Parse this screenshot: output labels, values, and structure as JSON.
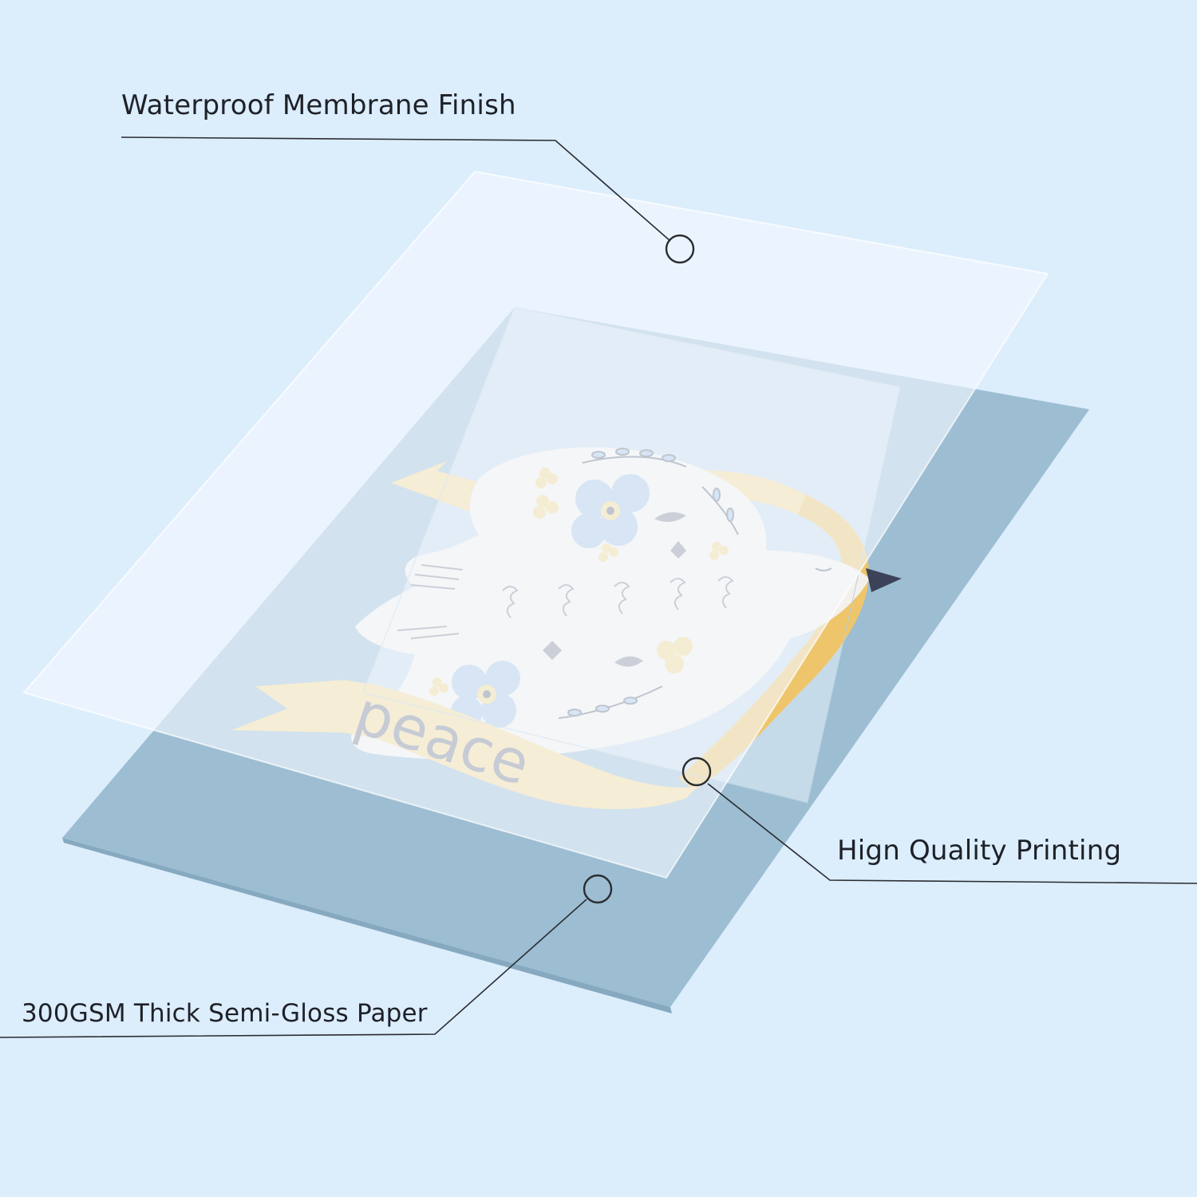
{
  "callouts": {
    "membrane": "Waterproof Membrane Finish",
    "printing": "Hign Quality Printing",
    "paper": "300GSM Thick Semi-Gloss Paper"
  },
  "artwork": {
    "banner_text": "peace"
  },
  "colors": {
    "background": "#dcedfc",
    "print_paper": "#9cbdd2",
    "artwork_panel": "#c6dbe9",
    "membrane_film": "#f3f9ff",
    "ribbon": "#f6d992",
    "dove": "#f4f1ec",
    "accent_blue": "#a9c6e2",
    "accent_yellow": "#f5db8c",
    "line": "#2a2c31"
  }
}
